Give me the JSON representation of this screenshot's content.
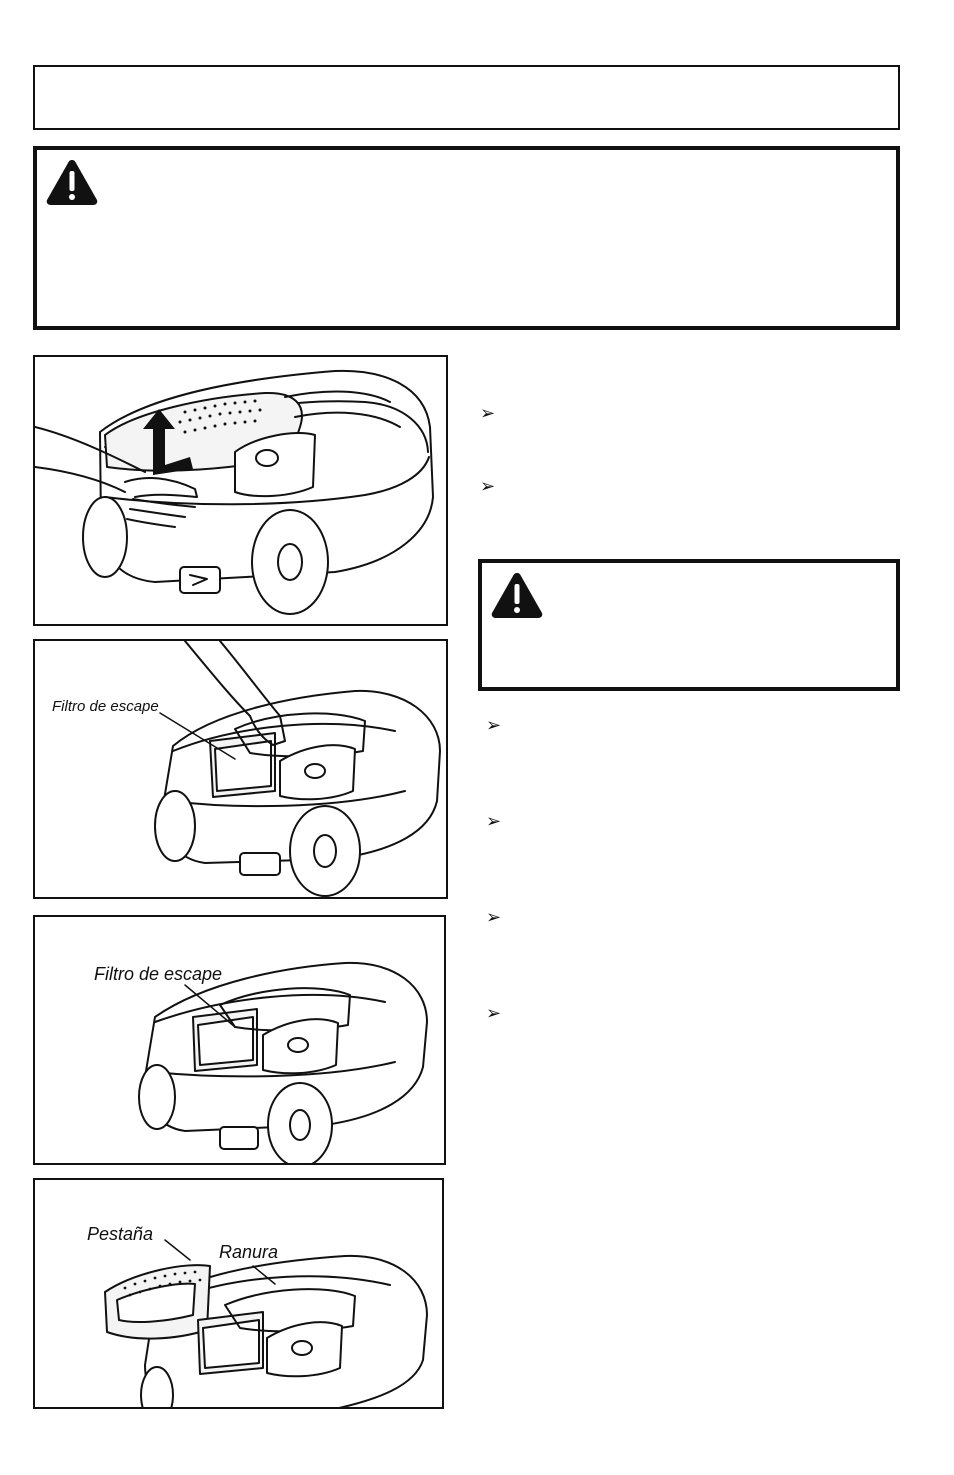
{
  "figures": {
    "fig2": {
      "label": "Filtro de escape"
    },
    "fig3": {
      "label": "Filtro de escape"
    },
    "fig4": {
      "tab_label": "Pestaña",
      "slot_label": "Ranura"
    }
  },
  "bullets": [
    "➢",
    "➢",
    "➢",
    "➢",
    "➢",
    "➢"
  ],
  "icons": {
    "warning": "warning-triangle-icon"
  }
}
